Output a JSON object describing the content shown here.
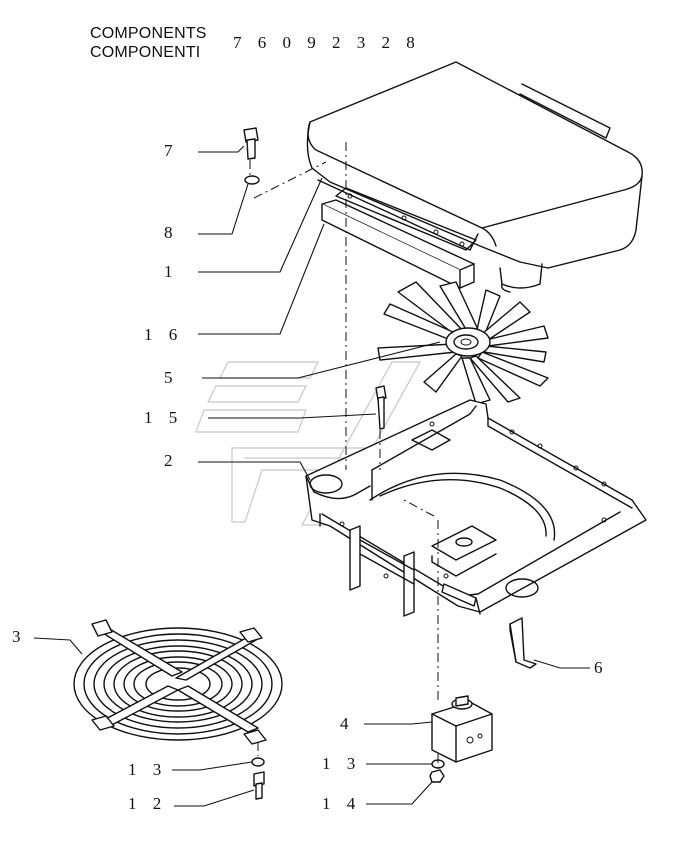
{
  "header": {
    "title_line1": "COMPONENTS",
    "title_line2": "COMPONENTI",
    "part_number": "7 6 0 9 2 3 2 8"
  },
  "callouts": [
    {
      "id": "7",
      "text": "7"
    },
    {
      "id": "8",
      "text": "8"
    },
    {
      "id": "1",
      "text": "1"
    },
    {
      "id": "16",
      "text": "1 6"
    },
    {
      "id": "5",
      "text": "5"
    },
    {
      "id": "15",
      "text": "1 5"
    },
    {
      "id": "2",
      "text": "2"
    },
    {
      "id": "3",
      "text": "3"
    },
    {
      "id": "6",
      "text": "6"
    },
    {
      "id": "4",
      "text": "4"
    },
    {
      "id": "13a",
      "text": "1 3"
    },
    {
      "id": "13b",
      "text": "1 3"
    },
    {
      "id": "12",
      "text": "1 2"
    },
    {
      "id": "14",
      "text": "1 4"
    }
  ]
}
